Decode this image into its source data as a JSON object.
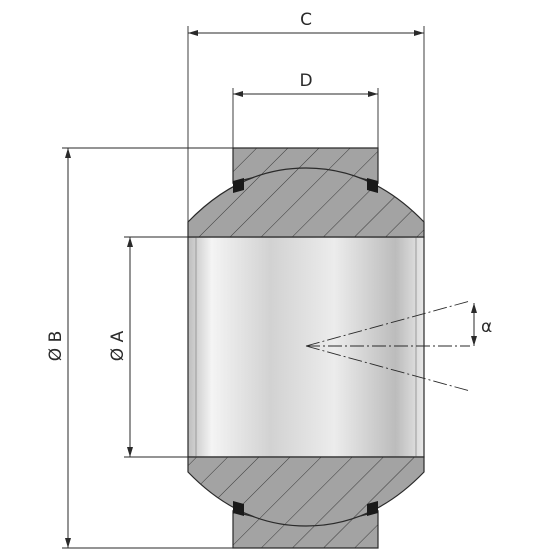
{
  "labels": {
    "width_outer": "C",
    "width_inner": "D",
    "outer_diameter": "Ø B",
    "bore_diameter": "Ø A",
    "tilt_angle": "α"
  },
  "colors": {
    "section_fill": "#a3a3a3",
    "seal": "#1a1a1a",
    "line": "#2a2a2a"
  }
}
